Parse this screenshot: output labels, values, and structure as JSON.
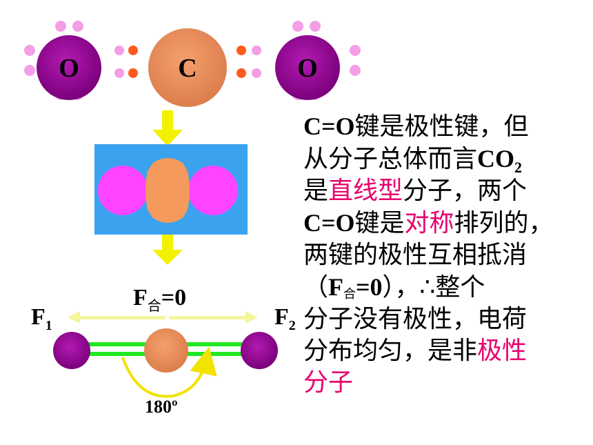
{
  "electron_dot": {
    "atoms": [
      "O",
      "C",
      "O"
    ],
    "colors": {
      "oxygen": "#990099",
      "carbon": "#e88e5a",
      "oxygen_lone_pair": "#f49ee6",
      "carbon_electron": "#ff5a1e"
    }
  },
  "space_filling": {
    "colors": {
      "background": "#3ba2f0",
      "oxygen": "#ff44ff",
      "carbon": "#f49a5c"
    }
  },
  "arrow_color": "#f2f200",
  "force_diagram": {
    "net_force_main": "F",
    "net_force_sub": "合",
    "net_force_value": "=0",
    "f1_main": "F",
    "f1_sub": "1",
    "f2_main": "F",
    "f2_sub": "2",
    "angle": "180º",
    "colors": {
      "bond": "#22e722",
      "force_arrow": "#f5f59a",
      "angle_arc": "#f2e200"
    }
  },
  "explanation": {
    "l1_a": "C=O",
    "l1_b": "键是极性键，但",
    "l2_a": "从分子总体而言",
    "l2_b": "CO",
    "l2_sub": "2",
    "l3_a": "是",
    "l3_hl": "直线型",
    "l3_b": "分子，两个",
    "l4_a": "C=O",
    "l4_b": "键是",
    "l4_hl": "对称",
    "l4_c": "排列的，",
    "l5": "两键的极性互相抵消",
    "l6_a": "（",
    "l6_f": "F",
    "l6_sub": "合",
    "l6_eq": "=0",
    "l6_b": "），∴整个",
    "l7": "分子没有极性，电荷",
    "l8_a": "分布均匀，是非",
    "l8_hl": "极性",
    "l9_hl": "分子",
    "highlight_color": "#e8006e"
  }
}
